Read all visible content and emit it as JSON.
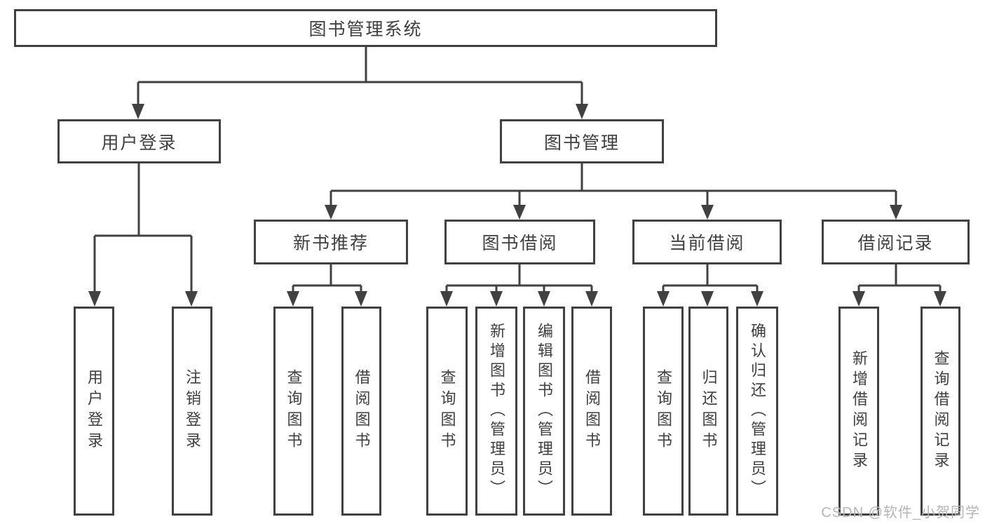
{
  "diagram": {
    "root": {
      "label": "图书管理系统"
    },
    "branches": [
      {
        "label": "用户登录",
        "children": [
          {
            "label": "用户登录"
          },
          {
            "label": "注销登录"
          }
        ]
      },
      {
        "label": "图书管理",
        "children": [
          {
            "label": "新书推荐",
            "children": [
              {
                "label": "查询图书"
              },
              {
                "label": "借阅图书"
              }
            ]
          },
          {
            "label": "图书借阅",
            "children": [
              {
                "label": "查询图书"
              },
              {
                "label": "新增图书（管理员）"
              },
              {
                "label": "编辑图书（管理员）"
              },
              {
                "label": "借阅图书"
              }
            ]
          },
          {
            "label": "当前借阅",
            "children": [
              {
                "label": "查询图书"
              },
              {
                "label": "归还图书"
              },
              {
                "label": "确认归还（管理员）"
              }
            ]
          },
          {
            "label": "借阅记录",
            "children": [
              {
                "label": "新增借阅记录"
              },
              {
                "label": "查询借阅记录"
              }
            ]
          }
        ]
      }
    ]
  },
  "watermark": {
    "text": "CSDN @软件_小贺同学"
  },
  "colors": {
    "line": "#414141",
    "box_border": "#414141",
    "text": "#3f3f3f",
    "watermark": "#b5b5b5",
    "background": "#ffffff"
  }
}
